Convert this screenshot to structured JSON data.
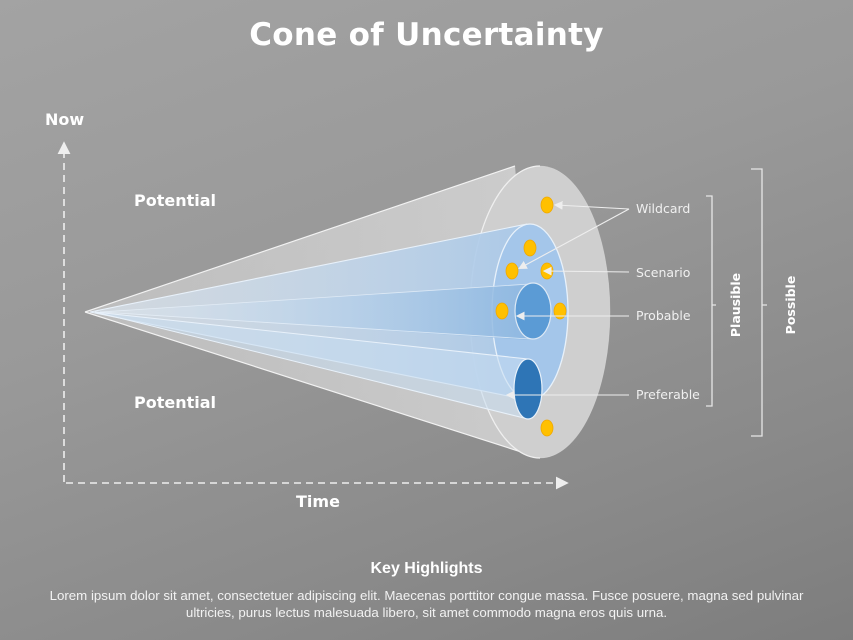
{
  "title": "Cone of Uncertainty",
  "axes": {
    "y_label": "Now",
    "x_label": "Time"
  },
  "regions": {
    "upper_label": "Potential",
    "lower_label": "Potential"
  },
  "callouts": [
    {
      "id": "wildcard",
      "label": "Wildcard"
    },
    {
      "id": "scenario",
      "label": "Scenario"
    },
    {
      "id": "probable",
      "label": "Probable"
    },
    {
      "id": "preferable",
      "label": "Preferable"
    }
  ],
  "brackets": {
    "inner": "Plausible",
    "outer": "Possible"
  },
  "highlights": {
    "title": "Key Highlights",
    "body": "Lorem ipsum dolor sit amet, consectetuer adipiscing elit. Maecenas porttitor congue massa. Fusce posuere, magna sed pulvinar ultricies, purus lectus malesuada libero, sit amet commodo magna eros quis urna."
  },
  "colors": {
    "background": "#999999",
    "outer_cone": "#d9d9d9",
    "plausible_cone": "#9dc3e6",
    "probable_core": "#5b9bd5",
    "preferable_tube": "#2e75b6",
    "wildcard_dot": "#ffc000",
    "text": "#ffffff"
  }
}
